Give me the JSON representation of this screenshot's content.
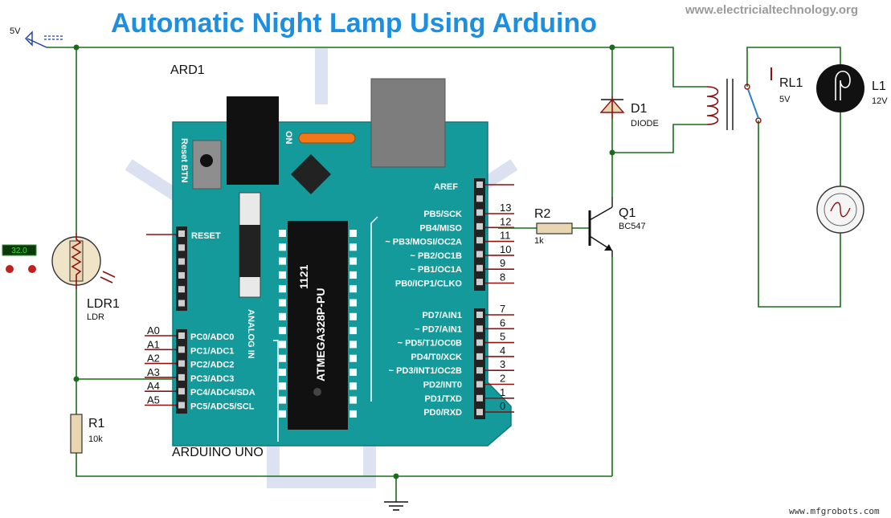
{
  "title": "Automatic Night Lamp Using Arduino",
  "website": "www.electricialtechnology.org",
  "footer": "www.mfgrobots.com",
  "supply_label": "5V",
  "meter_value": "32.0",
  "arduino": {
    "ref": "ARD1",
    "name": "ARDUINO UNO",
    "chip_line1": "1121",
    "chip_line2": "ATMEGA328P-PU",
    "reset_btn": "Reset BTN",
    "on_label": "ON",
    "analog_in": "ANALOG IN",
    "reset_pin": "RESET",
    "aref": "AREF",
    "analog_pins": [
      {
        "outer": "A0",
        "inner": "PC0/ADC0"
      },
      {
        "outer": "A1",
        "inner": "PC1/ADC1"
      },
      {
        "outer": "A2",
        "inner": "PC2/ADC2"
      },
      {
        "outer": "A3",
        "inner": "PC3/ADC3"
      },
      {
        "outer": "A4",
        "inner": "PC4/ADC4/SDA"
      },
      {
        "outer": "A5",
        "inner": "PC5/ADC5/SCL"
      }
    ],
    "digital_pins_high": [
      {
        "num": "13",
        "name": "PB5/SCK"
      },
      {
        "num": "12",
        "name": "PB4/MISO"
      },
      {
        "num": "11",
        "name": "~ PB3/MOSI/OC2A"
      },
      {
        "num": "10",
        "name": "~ PB2/OC1B"
      },
      {
        "num": "9",
        "name": "~ PB1/OC1A"
      },
      {
        "num": "8",
        "name": "PB0/ICP1/CLKO"
      }
    ],
    "digital_pins_low": [
      {
        "num": "7",
        "name": "PD7/AIN1"
      },
      {
        "num": "6",
        "name": "~ PD7/AIN1"
      },
      {
        "num": "5",
        "name": "~ PD5/T1/OC0B"
      },
      {
        "num": "4",
        "name": "PD4/T0/XCK"
      },
      {
        "num": "3",
        "name": "~ PD3/INT1/OC2B"
      },
      {
        "num": "2",
        "name": "PD2/INT0"
      },
      {
        "num": "1",
        "name": "PD1/TXD"
      },
      {
        "num": "0",
        "name": "PD0/RXD"
      }
    ]
  },
  "ldr": {
    "ref": "LDR1",
    "value": "LDR"
  },
  "r1": {
    "ref": "R1",
    "value": "10k"
  },
  "r2": {
    "ref": "R2",
    "value": "1k"
  },
  "q1": {
    "ref": "Q1",
    "value": "BC547"
  },
  "d1": {
    "ref": "D1",
    "value": "DIODE"
  },
  "rl1": {
    "ref": "RL1",
    "value": "5V"
  },
  "l1": {
    "ref": "L1",
    "value": "12V"
  }
}
